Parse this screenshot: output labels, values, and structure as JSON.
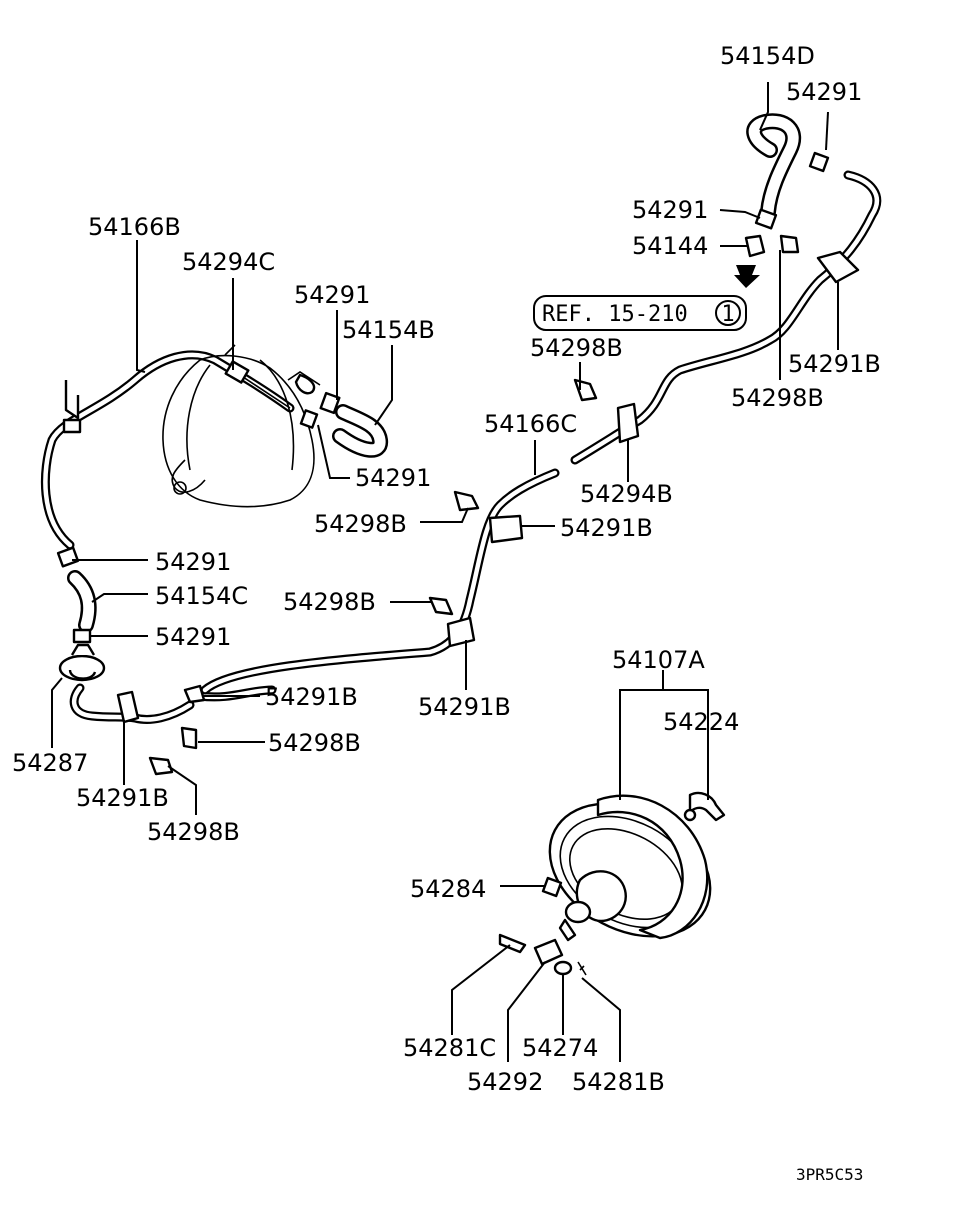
{
  "labels": {
    "p54154D": "54154D",
    "p54291_top": "54291",
    "p54291_a": "54291",
    "p54144": "54144",
    "p54166B": "54166B",
    "p54294C": "54294C",
    "p54291_b": "54291",
    "p54154B": "54154B",
    "p54298B_a": "54298B",
    "p54291B_a": "54291B",
    "p54298B_b": "54298B",
    "p54166C": "54166C",
    "p54291_c": "54291",
    "p54294B": "54294B",
    "p54298B_c": "54298B",
    "p54291B_b": "54291B",
    "p54291_d": "54291",
    "p54154C": "54154C",
    "p54298B_d": "54298B",
    "p54291_e": "54291",
    "p54107A": "54107A",
    "p54291B_c": "54291B",
    "p54224": "54224",
    "p54291B_d": "54291B",
    "p54298B_e": "54298B",
    "p54287": "54287",
    "p54291B_e": "54291B",
    "p54298B_f": "54298B",
    "p54284": "54284",
    "p54281C": "54281C",
    "p54274": "54274",
    "p54292": "54292",
    "p54281B": "54281B"
  },
  "reference": {
    "text": "REF. 15-210",
    "circled_number": "1"
  },
  "drawing_code": "3PR5C53"
}
